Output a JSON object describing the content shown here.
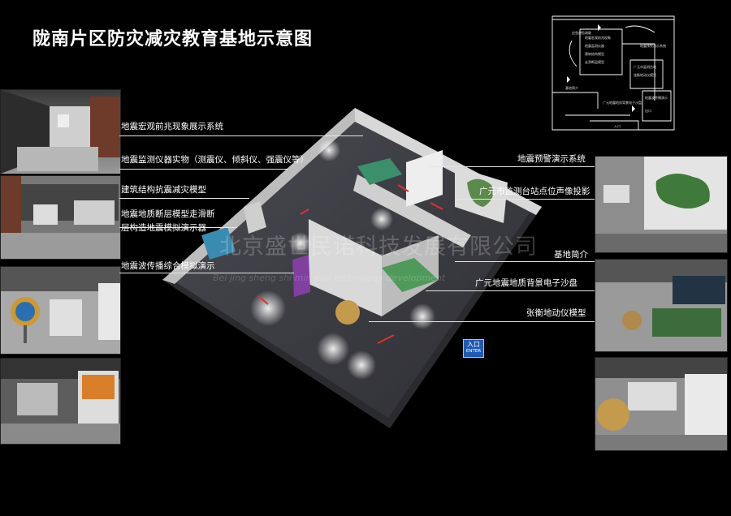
{
  "title": "陇南片区防灾减灾教育基地示意图",
  "labels_left": [
    "地震宏观前兆现象展示系统",
    "地震监测仪器实物（测震仪、倾斜仪、强震仪等）",
    "建筑结构抗震减灾模型",
    "地震地质断层模型走滑断",
    "层构造地震模拟演示器",
    "地震波传播综合模拟演示"
  ],
  "labels_right": [
    "地震预警演示系统",
    "广元市监测台站点位声像投影",
    "基地简介",
    "广元地震地质背景电子沙盘",
    "张衡地动仪模型"
  ],
  "watermark": "北京盛世民诺科技发展有限公司",
  "watermark_en": "Bei jing sheng shi min nuo technology development",
  "entrance": {
    "zh": "入口",
    "en": "ENTER",
    "color": "#1e5ab4"
  },
  "floor_plan": {
    "notes": [
      "应急避险疏散",
      "地震宏观前兆现象",
      "地震监测仪器",
      "建筑结构模型",
      "走滑断层模型",
      "地震预警演示系统",
      "广元市监测台站",
      "张衡地动仪模型",
      "基地简介",
      "广元地震地质背景电子沙盘",
      "地震波传播演示",
      "出口",
      "入口"
    ]
  }
}
